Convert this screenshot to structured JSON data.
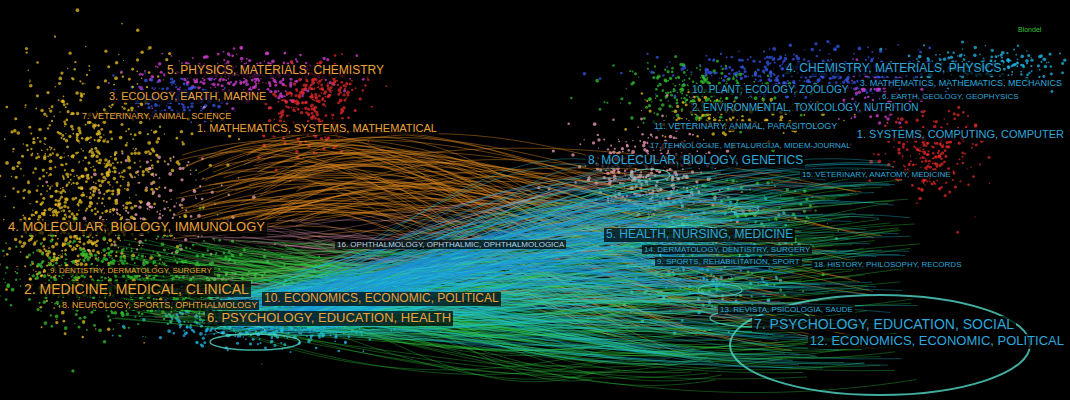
{
  "diagram": {
    "labels": [
      "5. PHYSICS, MATERIALS, CHEMISTRY",
      "3. ECOLOGY, EARTH, MARINE",
      "7. VETERINARY, ANIMAL, SCIENCE",
      "1. MATHEMATICS, SYSTEMS, MATHEMATICAL",
      "4. MOLECULAR, BIOLOGY, IMMUNOLOGY",
      "9. DENTISTRY, DERMATOLOGY, SURGERY",
      "2. MEDICINE, MEDICAL, CLINICAL",
      "8. NEUROLOGY, SPORTS, OPHTHALMOLOGY",
      "10. ECONOMICS, ECONOMIC, POLITICAL",
      "6. PSYCHOLOGY, EDUCATION, HEALTH",
      "4. CHEMISTRY, MATERIALS, PHYSICS",
      "3. MATHEMATICS, MATHEMATICS, MECHANICS",
      "10. PLANT, ECOLOGY, ZOOLOGY",
      "6. EARTH, GEOLOGY, GEOPHYSICS",
      "2. ENVIRONMENTAL, TOXICOLOGY, NUTRITION",
      "11. VETERINARY, ANIMAL, PARASITOLOGY",
      "1. SYSTEMS, COMPUTING, COMPUTER",
      "17. TEHNOLOGIJE, METALURGIJA, MIDEM-JOURNAL",
      "8. MOLECULAR, BIOLOGY, GENETICS",
      "15. VETERINARY, ANATOMY, MEDICINE",
      "16. OPHTHALMOLOGY, OPHTHALMIC, OPHTHALMOLOGICA",
      "5. HEALTH, NURSING, MEDICINE",
      "14. DERMATOLOGY, DENTISTRY, SURGERY",
      "9. SPORTS, REHABILITATION, SPORT",
      "18. HISTORY, PHILOSOPHY, RECORDS",
      "13. REVISTA, PSICOLOGIA, SAUDE",
      "7. PSYCHOLOGY, EDUCATION, SOCIAL",
      "12. ECONOMICS, ECONOMIC, POLITICAL",
      "Blondel"
    ]
  }
}
